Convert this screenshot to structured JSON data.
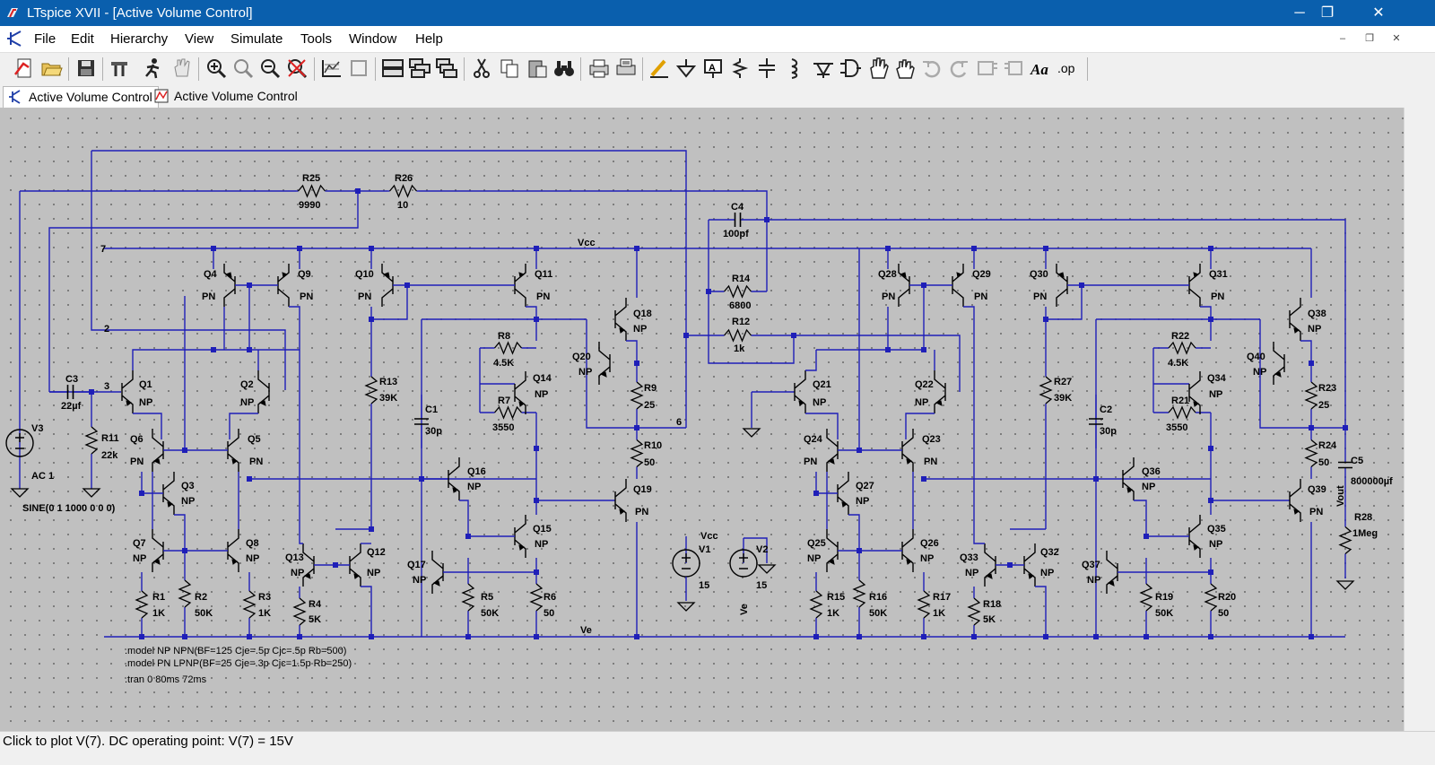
{
  "window": {
    "title": "LTspice XVII - [Active Volume Control]",
    "minimize": "─",
    "maximize": "❐",
    "close": "✕",
    "mdi_minimize": "–",
    "mdi_restore": "❐",
    "mdi_close": "✕"
  },
  "menu": [
    "File",
    "Edit",
    "Hierarchy",
    "View",
    "Simulate",
    "Tools",
    "Window",
    "Help"
  ],
  "toolbar": [
    "new-schematic",
    "open",
    "save",
    "control-panel",
    "run",
    "halt",
    "zoom-in",
    "pan",
    "zoom-out",
    "zoom-cancel",
    "autorange",
    "zoom-to-fit",
    "tile-horizontal",
    "tile-vertical",
    "cascade",
    "cut",
    "copy",
    "paste",
    "find",
    "print-preview",
    "print",
    "draw-wire",
    "ground",
    "label-net",
    "resistor",
    "capacitor",
    "inductor",
    "diode",
    "component",
    "move",
    "drag",
    "undo",
    "redo",
    "rotate",
    "mirror",
    "text",
    "spice-directive"
  ],
  "tabs": [
    {
      "label": "Active Volume Control",
      "icon": "schematic-icon",
      "active": true
    },
    {
      "label": "Active Volume Control",
      "icon": "waveform-icon",
      "active": false
    }
  ],
  "schematic": {
    "labels": [
      {
        "id": "R25",
        "t": "R25"
      },
      {
        "id": "R25v",
        "t": "9990"
      },
      {
        "id": "R26",
        "t": "R26"
      },
      {
        "id": "R26v",
        "t": "10"
      },
      {
        "id": "C4",
        "t": "C4"
      },
      {
        "id": "C4v",
        "t": "100pf"
      },
      {
        "id": "R14",
        "t": "R14"
      },
      {
        "id": "R14v",
        "t": "6800"
      },
      {
        "id": "R12",
        "t": "R12"
      },
      {
        "id": "R12v",
        "t": "1k"
      },
      {
        "id": "n7",
        "t": "7"
      },
      {
        "id": "vcc",
        "t": "Vcc"
      },
      {
        "id": "n2",
        "t": "2"
      },
      {
        "id": "n3",
        "t": "3"
      },
      {
        "id": "n6",
        "t": "6"
      },
      {
        "id": "Q4",
        "t": "Q4"
      },
      {
        "id": "Q4m",
        "t": "PN"
      },
      {
        "id": "Q9",
        "t": "Q9"
      },
      {
        "id": "Q9m",
        "t": "PN"
      },
      {
        "id": "Q10",
        "t": "Q10"
      },
      {
        "id": "Q10m",
        "t": "PN"
      },
      {
        "id": "Q11",
        "t": "Q11"
      },
      {
        "id": "Q11m",
        "t": "PN"
      },
      {
        "id": "Q18",
        "t": "Q18"
      },
      {
        "id": "Q18m",
        "t": "NP"
      },
      {
        "id": "Q20",
        "t": "Q20"
      },
      {
        "id": "Q20m",
        "t": "NP"
      },
      {
        "id": "R8",
        "t": "R8"
      },
      {
        "id": "R8v",
        "t": "4.5K"
      },
      {
        "id": "R7",
        "t": "R7"
      },
      {
        "id": "R7v",
        "t": "3550"
      },
      {
        "id": "Q14",
        "t": "Q14"
      },
      {
        "id": "Q14m",
        "t": "NP"
      },
      {
        "id": "R9",
        "t": "R9"
      },
      {
        "id": "R9v",
        "t": "25"
      },
      {
        "id": "R13",
        "t": "R13"
      },
      {
        "id": "R13v",
        "t": "39K"
      },
      {
        "id": "C1",
        "t": "C1"
      },
      {
        "id": "C1v",
        "t": "30p"
      },
      {
        "id": "C3",
        "t": "C3"
      },
      {
        "id": "C3v",
        "t": "22µf"
      },
      {
        "id": "V3",
        "t": "V3"
      },
      {
        "id": "V3ac",
        "t": "AC 1"
      },
      {
        "id": "V3sine",
        "t": "SINE(0 1 1000 0 0 0)"
      },
      {
        "id": "R11",
        "t": "R11"
      },
      {
        "id": "R11v",
        "t": "22k"
      },
      {
        "id": "Q1",
        "t": "Q1"
      },
      {
        "id": "Q1m",
        "t": "NP"
      },
      {
        "id": "Q2",
        "t": "Q2"
      },
      {
        "id": "Q2m",
        "t": "NP"
      },
      {
        "id": "Q6",
        "t": "Q6"
      },
      {
        "id": "Q6m",
        "t": "PN"
      },
      {
        "id": "Q5",
        "t": "Q5"
      },
      {
        "id": "Q5m",
        "t": "PN"
      },
      {
        "id": "Q3",
        "t": "Q3"
      },
      {
        "id": "Q3m",
        "t": "NP"
      },
      {
        "id": "Q7",
        "t": "Q7"
      },
      {
        "id": "Q7m",
        "t": "NP"
      },
      {
        "id": "Q8",
        "t": "Q8"
      },
      {
        "id": "Q8m",
        "t": "NP"
      },
      {
        "id": "Q13",
        "t": "Q13"
      },
      {
        "id": "Q13m",
        "t": "NP"
      },
      {
        "id": "Q12",
        "t": "Q12"
      },
      {
        "id": "Q12m",
        "t": "NP"
      },
      {
        "id": "Q16",
        "t": "Q16"
      },
      {
        "id": "Q16m",
        "t": "NP"
      },
      {
        "id": "Q15",
        "t": "Q15"
      },
      {
        "id": "Q15m",
        "t": "NP"
      },
      {
        "id": "Q17",
        "t": "Q17"
      },
      {
        "id": "Q17m",
        "t": "NP"
      },
      {
        "id": "Q19",
        "t": "Q19"
      },
      {
        "id": "Q19m",
        "t": "PN"
      },
      {
        "id": "R10",
        "t": "R10"
      },
      {
        "id": "R10v",
        "t": "50"
      },
      {
        "id": "R1",
        "t": "R1"
      },
      {
        "id": "R1v",
        "t": "1K"
      },
      {
        "id": "R2",
        "t": "R2"
      },
      {
        "id": "R2v",
        "t": "50K"
      },
      {
        "id": "R3",
        "t": "R3"
      },
      {
        "id": "R3v",
        "t": "1K"
      },
      {
        "id": "R4",
        "t": "R4"
      },
      {
        "id": "R4v",
        "t": "5K"
      },
      {
        "id": "R5",
        "t": "R5"
      },
      {
        "id": "R5v",
        "t": "50K"
      },
      {
        "id": "R6",
        "t": "R6"
      },
      {
        "id": "R6v",
        "t": "50"
      },
      {
        "id": "vee",
        "t": "Ve"
      },
      {
        "id": "V1",
        "t": "V1"
      },
      {
        "id": "V1v",
        "t": "15"
      },
      {
        "id": "V1n",
        "t": "Vcc"
      },
      {
        "id": "V2",
        "t": "V2"
      },
      {
        "id": "V2v",
        "t": "15"
      },
      {
        "id": "V2n",
        "t": "Ve"
      },
      {
        "id": "Q28",
        "t": "Q28"
      },
      {
        "id": "Q28m",
        "t": "PN"
      },
      {
        "id": "Q29",
        "t": "Q29"
      },
      {
        "id": "Q29m",
        "t": "PN"
      },
      {
        "id": "Q30",
        "t": "Q30"
      },
      {
        "id": "Q30m",
        "t": "PN"
      },
      {
        "id": "Q31",
        "t": "Q31"
      },
      {
        "id": "Q31m",
        "t": "PN"
      },
      {
        "id": "Q38",
        "t": "Q38"
      },
      {
        "id": "Q38m",
        "t": "NP"
      },
      {
        "id": "Q40",
        "t": "Q40"
      },
      {
        "id": "Q40m",
        "t": "NP"
      },
      {
        "id": "R22",
        "t": "R22"
      },
      {
        "id": "R22v",
        "t": "4.5K"
      },
      {
        "id": "R21",
        "t": "R21"
      },
      {
        "id": "R21v",
        "t": "3550"
      },
      {
        "id": "Q34",
        "t": "Q34"
      },
      {
        "id": "Q34m",
        "t": "NP"
      },
      {
        "id": "R23",
        "t": "R23"
      },
      {
        "id": "R23v",
        "t": "25"
      },
      {
        "id": "R27",
        "t": "R27"
      },
      {
        "id": "R27v",
        "t": "39K"
      },
      {
        "id": "C2",
        "t": "C2"
      },
      {
        "id": "C2v",
        "t": "30p"
      },
      {
        "id": "Q21",
        "t": "Q21"
      },
      {
        "id": "Q21m",
        "t": "NP"
      },
      {
        "id": "Q22",
        "t": "Q22"
      },
      {
        "id": "Q22m",
        "t": "NP"
      },
      {
        "id": "Q24",
        "t": "Q24"
      },
      {
        "id": "Q24m",
        "t": "PN"
      },
      {
        "id": "Q23",
        "t": "Q23"
      },
      {
        "id": "Q23m",
        "t": "PN"
      },
      {
        "id": "Q27",
        "t": "Q27"
      },
      {
        "id": "Q27m",
        "t": "NP"
      },
      {
        "id": "Q25",
        "t": "Q25"
      },
      {
        "id": "Q25m",
        "t": "NP"
      },
      {
        "id": "Q26",
        "t": "Q26"
      },
      {
        "id": "Q26m",
        "t": "NP"
      },
      {
        "id": "Q33",
        "t": "Q33"
      },
      {
        "id": "Q33m",
        "t": "NP"
      },
      {
        "id": "Q32",
        "t": "Q32"
      },
      {
        "id": "Q32m",
        "t": "NP"
      },
      {
        "id": "Q36",
        "t": "Q36"
      },
      {
        "id": "Q36m",
        "t": "NP"
      },
      {
        "id": "Q35",
        "t": "Q35"
      },
      {
        "id": "Q35m",
        "t": "NP"
      },
      {
        "id": "Q37",
        "t": "Q37"
      },
      {
        "id": "Q37m",
        "t": "NP"
      },
      {
        "id": "Q39",
        "t": "Q39"
      },
      {
        "id": "Q39m",
        "t": "PN"
      },
      {
        "id": "R24",
        "t": "R24"
      },
      {
        "id": "R24v",
        "t": "50"
      },
      {
        "id": "R15",
        "t": "R15"
      },
      {
        "id": "R15v",
        "t": "1K"
      },
      {
        "id": "R16",
        "t": "R16"
      },
      {
        "id": "R16v",
        "t": "50K"
      },
      {
        "id": "R17",
        "t": "R17"
      },
      {
        "id": "R17v",
        "t": "1K"
      },
      {
        "id": "R18",
        "t": "R18"
      },
      {
        "id": "R18v",
        "t": "5K"
      },
      {
        "id": "R19",
        "t": "R19"
      },
      {
        "id": "R19v",
        "t": "50K"
      },
      {
        "id": "R20",
        "t": "R20"
      },
      {
        "id": "R20v",
        "t": "50"
      },
      {
        "id": "C5",
        "t": "C5"
      },
      {
        "id": "C5v",
        "t": "800000µf"
      },
      {
        "id": "vout",
        "t": "Vout"
      },
      {
        "id": "R28",
        "t": "R28"
      },
      {
        "id": "R28v",
        "t": "1Meg"
      }
    ],
    "directives": [
      ".model NP NPN(BF=125 Cje=.5p Cjc=.5p Rb=500)",
      ".model PN LPNP(BF=25 Cje=.3p Cjc=1.5p Rb=250)",
      ".tran 0 80ms 72ms"
    ]
  },
  "status": "Click to plot V(7).  DC operating point: V(7) = 15V",
  "colors": {
    "wire": "#1f1fb8",
    "canvas": "#c0c0c0",
    "titlebar": "#0a5fad",
    "component": "#000000"
  }
}
